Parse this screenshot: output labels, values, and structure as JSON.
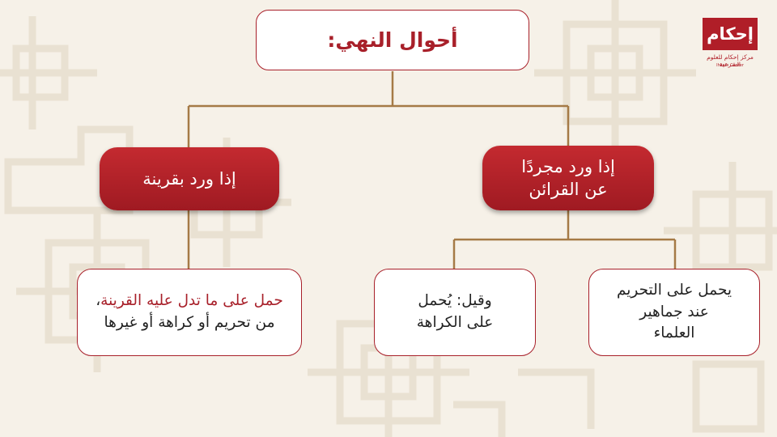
{
  "title": "أحوال النهي:",
  "branches": {
    "left": {
      "label": "إذا ورد بقرينة",
      "child": {
        "highlight": "حمل على ما تدل عليه القرينة",
        "rest": "، من تحريم أو كراهة أو غيرها"
      }
    },
    "right": {
      "label_line1": "إذا ورد مجردًا",
      "label_line2": "عن القرائن",
      "children": [
        {
          "line1": "وقيل: يُحمل",
          "line2": "على الكراهة"
        },
        {
          "line1": "يحمل على التحريم",
          "line2": "عند جماهير",
          "line3": "العلماء"
        }
      ]
    }
  },
  "logo": {
    "word": "إحكام",
    "subtitle": "مركز إحكام للعلوم الشرعية",
    "subtitle_small": "Ihkam Center"
  },
  "colors": {
    "accent": "#a8202a",
    "connector": "#a57a46",
    "background": "#f6f1e8"
  }
}
